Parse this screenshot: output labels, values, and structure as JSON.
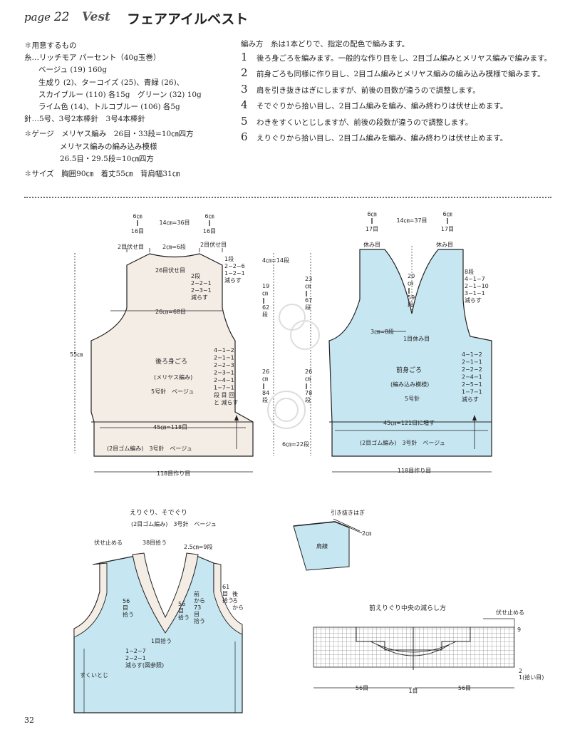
{
  "header": {
    "page": "page",
    "page_num": "22",
    "vest": "Vest",
    "title": "フェアアイルベスト"
  },
  "materials": {
    "heading": "✽用意するもの",
    "yarn": "糸…リッチモア パーセント（40g玉巻）",
    "lines": [
      "ベージュ (19) 160g",
      "生成り (2)、ターコイズ (25)、青緑 (26)、",
      "スカイブルー (110) 各15g　グリーン (32) 10g",
      "ライム色 (14)、トルコブルー (106) 各5g"
    ],
    "needle": "針…5号、3号2本棒針　3号4本棒針",
    "gauge_label": "✽ゲージ",
    "gauge_lines": [
      "メリヤス編み　26目・33段=10㎝四方",
      "メリヤス編みの編み込み模様",
      "26.5目・29.5段=10㎝四方"
    ],
    "size_label": "✽サイズ",
    "size": "胸囲90㎝　着丈55㎝　背肩幅31㎝"
  },
  "steps": {
    "lead": "編み方　糸は1本どりで、指定の配色で編みます。",
    "items": [
      {
        "n": "1",
        "t": "後ろ身ごろを編みます。一般的な作り目をし、2目ゴム編みとメリヤス編みで編みます。"
      },
      {
        "n": "2",
        "t": "前身ごろも同様に作り目し、2目ゴム編みとメリヤス編みの編み込み模様で編みます。"
      },
      {
        "n": "3",
        "t": "肩を引き抜きはぎにしますが、前後の目数が違うので調整します。"
      },
      {
        "n": "4",
        "t": "そでぐりから拾い目し、2目ゴム編みを編み、編み終わりは伏せ止めます。"
      },
      {
        "n": "5",
        "t": "わきをすくいとじしますが、前後の段数が違うので調整します。"
      },
      {
        "n": "6",
        "t": "えりぐりから拾い目し、2目ゴム編みを編み、編み終わりは伏せ止めます。"
      }
    ]
  },
  "back": {
    "shoulder_w": "6㎝",
    "shoulder_eq": "‖",
    "shoulder_st": "16目",
    "neck_w": "14㎝=36目",
    "bind_l": "2目伏せ目",
    "neck_center": "2㎝=6段",
    "bind_r": "2目伏せ目",
    "bind26": "26目伏せ目",
    "dec1": [
      "1段",
      "2−2−6",
      "1−2−1",
      "減らす"
    ],
    "dec2": [
      "2段",
      "2−2−1",
      "2−3−1",
      "減らす"
    ],
    "chest": "26㎝=68目",
    "dec3": [
      "4−1−2",
      "2−1−1",
      "2−2−3",
      "2−3−1",
      "2−4−1",
      "1−7−1",
      "段 目 回",
      "と  減らす"
    ],
    "name": "後ろ身ごろ",
    "stitch": "(メリヤス編み)",
    "needle": "5号針　ベージュ",
    "hem_w": "45㎝=118目",
    "rib": "(2目ゴム編み)　3号針　ベージュ",
    "cast_on": "118目作り目",
    "height": "55㎝"
  },
  "mid": {
    "v1": "4㎝=14段",
    "v2": [
      "19",
      "㎝",
      "‖",
      "62",
      "段"
    ],
    "v3": [
      "23",
      "㎝",
      "‖",
      "67",
      "段"
    ],
    "v4": [
      "26",
      "㎝",
      "‖",
      "84",
      "段"
    ],
    "v5": [
      "26",
      "㎝",
      "‖",
      "78",
      "段"
    ],
    "rib_h": "6㎝=22段"
  },
  "front": {
    "shoulder_w": "6㎝",
    "shoulder_eq": "‖",
    "shoulder_st": "17目",
    "neck_w": "14㎝=37目",
    "rest_l": "休み目",
    "rest_r": "休み目",
    "v_depth": [
      "20",
      "㎝",
      "‖",
      "59",
      "段"
    ],
    "dec_sh": [
      "8段",
      "4−1−7",
      "2−1−10",
      "3−1−1",
      "減らす"
    ],
    "v_bottom": "3㎝=8段",
    "center_rest": "1目休み目",
    "dec_arm": [
      "4−1−2",
      "2−1−1",
      "2−2−2",
      "2−4−1",
      "2−5−1",
      "1−7−1",
      "減らす"
    ],
    "name": "前身ごろ",
    "stitch": "(編み込み模様)",
    "needle": "5号針",
    "hem_w": "45㎝=121目に増す",
    "rib": "(2目ゴム編み)　3号針　ベージュ",
    "cast_on": "118目作り目"
  },
  "finish": {
    "title": "えりぐり、そでぐり",
    "sub": "(2目ゴム編み)　3号針　ベージュ",
    "bind": "伏せ止める",
    "pick38": "38目拾う",
    "depth": "2.5㎝=9段",
    "pick56l": [
      "56",
      "目",
      "拾う"
    ],
    "pick56r": [
      "56",
      "目",
      "拾う"
    ],
    "front73": [
      "前",
      "から",
      "73",
      "目",
      "拾う"
    ],
    "back61": [
      "61",
      "目",
      "拾う"
    ],
    "back_from": [
      "後",
      "ろ",
      "から"
    ],
    "pick1": "1目拾う",
    "dec": [
      "1−2−7",
      "2−2−1",
      "減らす(図参照)"
    ],
    "seam": "すくいとじ"
  },
  "shoulder": {
    "label": "引き抜きはぎ",
    "cm": "2㎝",
    "name": "肩線"
  },
  "chart": {
    "title": "前えりぐり中央の減らし方",
    "bind": "伏せ止める",
    "row9": "9",
    "row2": "2",
    "row1": "1(拾い目)",
    "left": "56目",
    "center": "1目",
    "right": "56目"
  },
  "page_number": "32",
  "colors": {
    "back_fill": "#f3ede6",
    "front_fill": "#c6e7f2",
    "line": "#231f20"
  }
}
